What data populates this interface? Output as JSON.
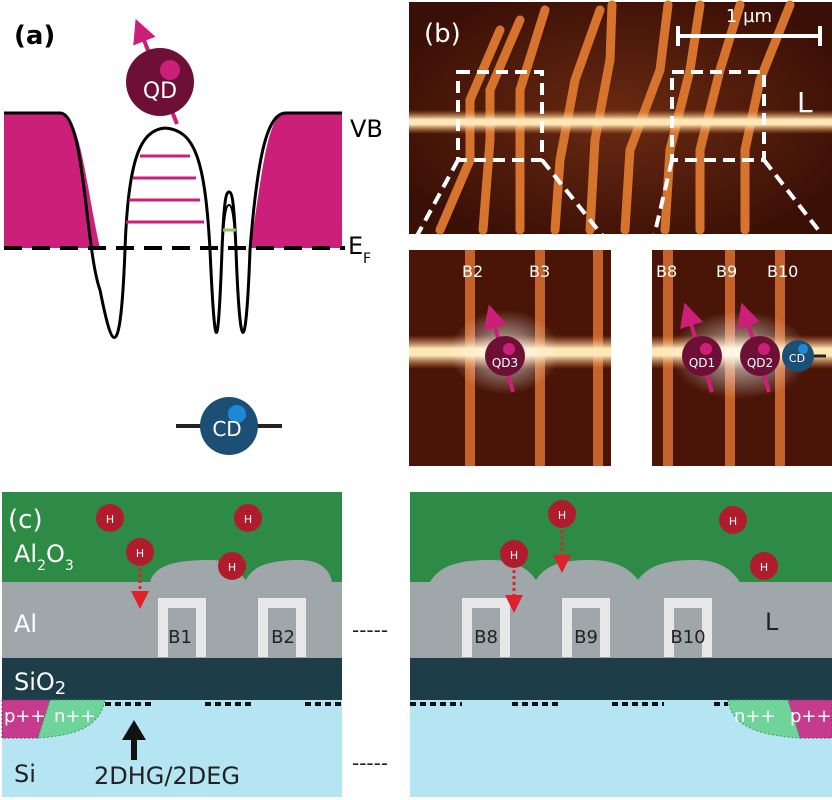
{
  "panel_a": {
    "label": "(a)",
    "qd": "QD",
    "vb": "VB",
    "ef_main": "E",
    "ef_sub": "F",
    "cd": "CD"
  },
  "panel_b": {
    "label": "(b)",
    "scale": "1 µm",
    "lead": "L",
    "left_inset": {
      "gates": [
        "B2",
        "B3"
      ],
      "dot": "QD3"
    },
    "right_inset": {
      "gates": [
        "B8",
        "B9",
        "B10"
      ],
      "dots": [
        "QD1",
        "QD2"
      ],
      "cd": "CD"
    }
  },
  "panel_c": {
    "label": "(c)",
    "h": "H",
    "al2o3_a": "Al",
    "al2o3_sub1": "2",
    "al2o3_o": "O",
    "al2o3_sub2": "3",
    "al": "Al",
    "sio2_main": "SiO",
    "sio2_sub": "2",
    "si": "Si",
    "pp": "p++",
    "nn": "n++",
    "carrier": "2DHG/2DEG",
    "left_gates": [
      "B1",
      "B2"
    ],
    "right_gates": [
      "B8",
      "B9",
      "B10"
    ],
    "lead": "L",
    "ellipsis": "-----"
  },
  "colors": {
    "magenta": "#cc1f7a",
    "qd_dark": "#6e1035",
    "cd_blue": "#1c4f76",
    "oxide_green": "#2e8b45",
    "al_gray": "#9fa7ab",
    "sio2_teal": "#1d3e48",
    "si_blue": "#b5e4f3",
    "h_red": "#b01c2e"
  }
}
